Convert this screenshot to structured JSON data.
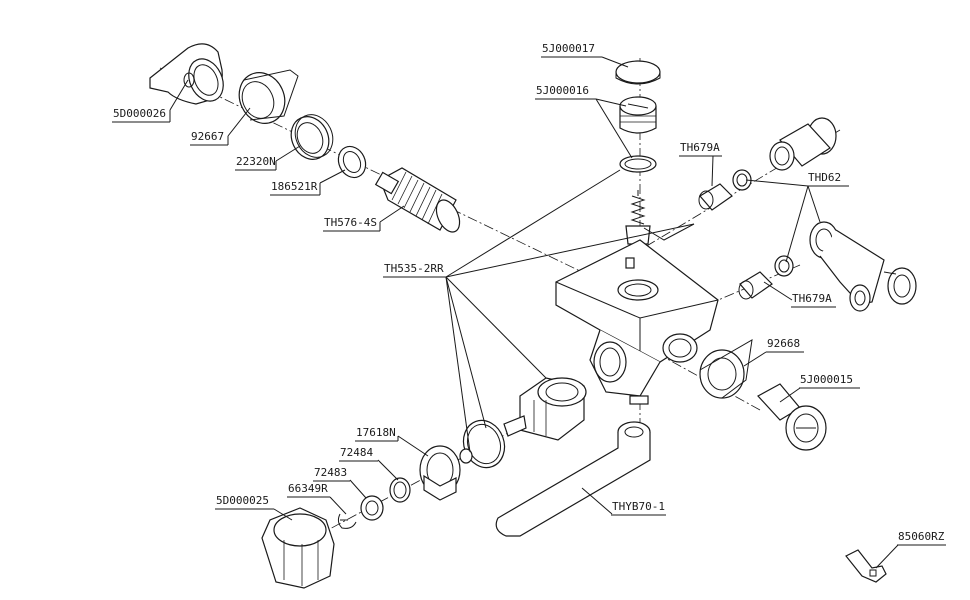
{
  "diagram": {
    "parts": [
      {
        "id": "5J000017",
        "label": "5J000017"
      },
      {
        "id": "5J000016",
        "label": "5J000016"
      },
      {
        "id": "5D000026",
        "label": "5D000026"
      },
      {
        "id": "92667",
        "label": "92667"
      },
      {
        "id": "22320N",
        "label": "22320N"
      },
      {
        "id": "186521R",
        "label": "186521R"
      },
      {
        "id": "TH576-4S",
        "label": "TH576-4S"
      },
      {
        "id": "TH679A-top",
        "label": "TH679A"
      },
      {
        "id": "THD62",
        "label": "THD62"
      },
      {
        "id": "TH679A-bottom",
        "label": "TH679A"
      },
      {
        "id": "TH535-2RR",
        "label": "TH535-2RR"
      },
      {
        "id": "92668",
        "label": "92668"
      },
      {
        "id": "5J000015",
        "label": "5J000015"
      },
      {
        "id": "17618N",
        "label": "17618N"
      },
      {
        "id": "72484",
        "label": "72484"
      },
      {
        "id": "72483",
        "label": "72483"
      },
      {
        "id": "66349R",
        "label": "66349R"
      },
      {
        "id": "5D000025",
        "label": "5D000025"
      },
      {
        "id": "THYB70-1",
        "label": "THYB70-1"
      },
      {
        "id": "85060RZ",
        "label": "85060RZ"
      }
    ]
  }
}
